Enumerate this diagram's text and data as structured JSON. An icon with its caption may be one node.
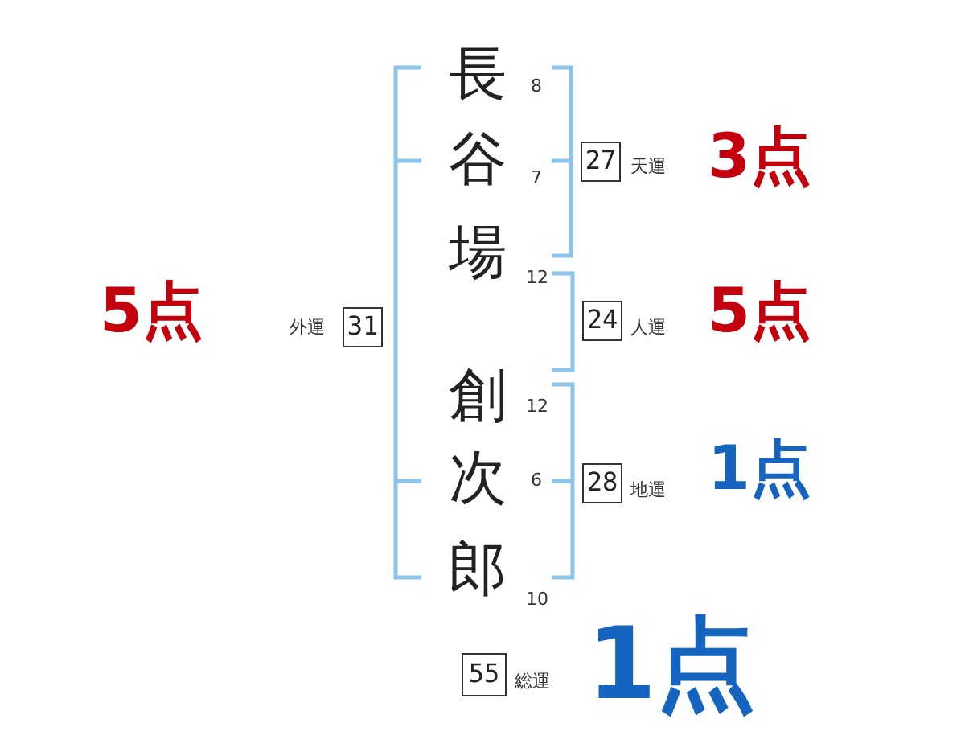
{
  "diagram": {
    "nodes": [
      {
        "text": [
          "27"
        ],
        "beside": [
          "天運",
          "3点"
        ]
      },
      {
        "text": [
          "31"
        ],
        "beside": [
          "外運",
          "5点"
        ]
      },
      {
        "text": [
          "24"
        ],
        "beside": [
          "人運",
          "5点"
        ]
      },
      {
        "text": [
          "28"
        ],
        "beside": [
          "地運",
          "1点"
        ]
      },
      {
        "text": [
          "55"
        ],
        "beside": [
          "総運",
          "1点"
        ]
      }
    ],
    "labels": [
      "長",
      "8",
      "谷",
      "7",
      "場",
      "12",
      "創",
      "12",
      "次",
      "6",
      "郎",
      "10"
    ]
  }
}
